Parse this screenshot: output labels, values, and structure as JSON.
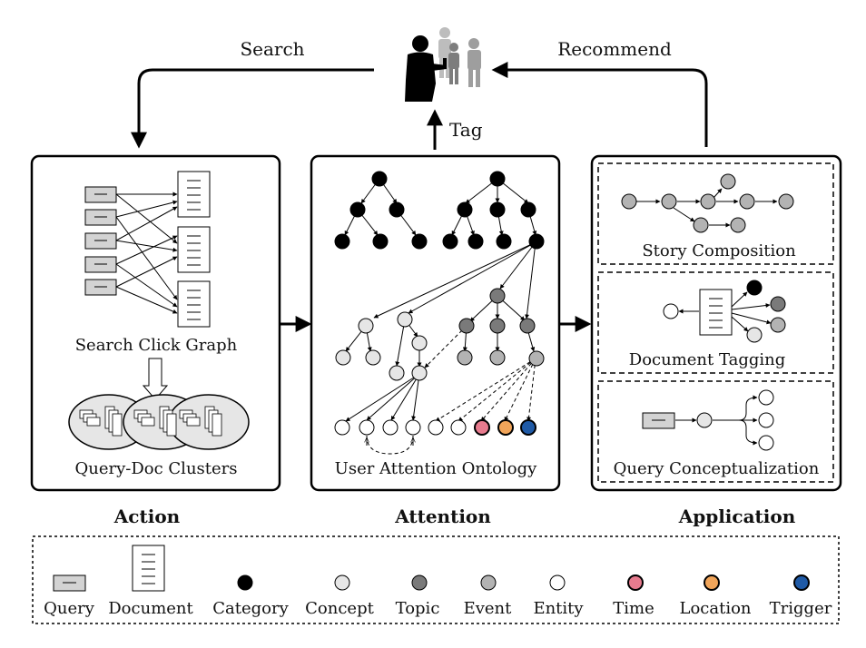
{
  "top": {
    "search_label": "Search",
    "recommend_label": "Recommend",
    "tag_label": "Tag"
  },
  "panels": {
    "action": {
      "search_click_graph_label": "Search Click Graph",
      "query_doc_clusters_label": "Query-Doc Clusters",
      "section_label": "Action"
    },
    "attention": {
      "ontology_label": "User Attention Ontology",
      "section_label": "Attention"
    },
    "application": {
      "story_label": "Story Composition",
      "doc_tagging_label": "Document Tagging",
      "query_concept_label": "Query Conceptualization",
      "section_label": "Application"
    }
  },
  "legend": {
    "items": [
      {
        "label": "Query",
        "icon": "query-box",
        "color": "#d3d3d3"
      },
      {
        "label": "Document",
        "icon": "document",
        "color": "#ffffff"
      },
      {
        "label": "Category",
        "icon": "circle",
        "color": "#000000"
      },
      {
        "label": "Concept",
        "icon": "circle",
        "color": "#e6e6e6"
      },
      {
        "label": "Topic",
        "icon": "circle",
        "color": "#7a7a7a"
      },
      {
        "label": "Event",
        "icon": "circle",
        "color": "#b3b3b3"
      },
      {
        "label": "Entity",
        "icon": "circle",
        "color": "#ffffff"
      },
      {
        "label": "Time",
        "icon": "circle",
        "color": "#e77b8e"
      },
      {
        "label": "Location",
        "icon": "circle",
        "color": "#f1a55a"
      },
      {
        "label": "Trigger",
        "icon": "circle",
        "color": "#1f5aa6"
      }
    ]
  }
}
